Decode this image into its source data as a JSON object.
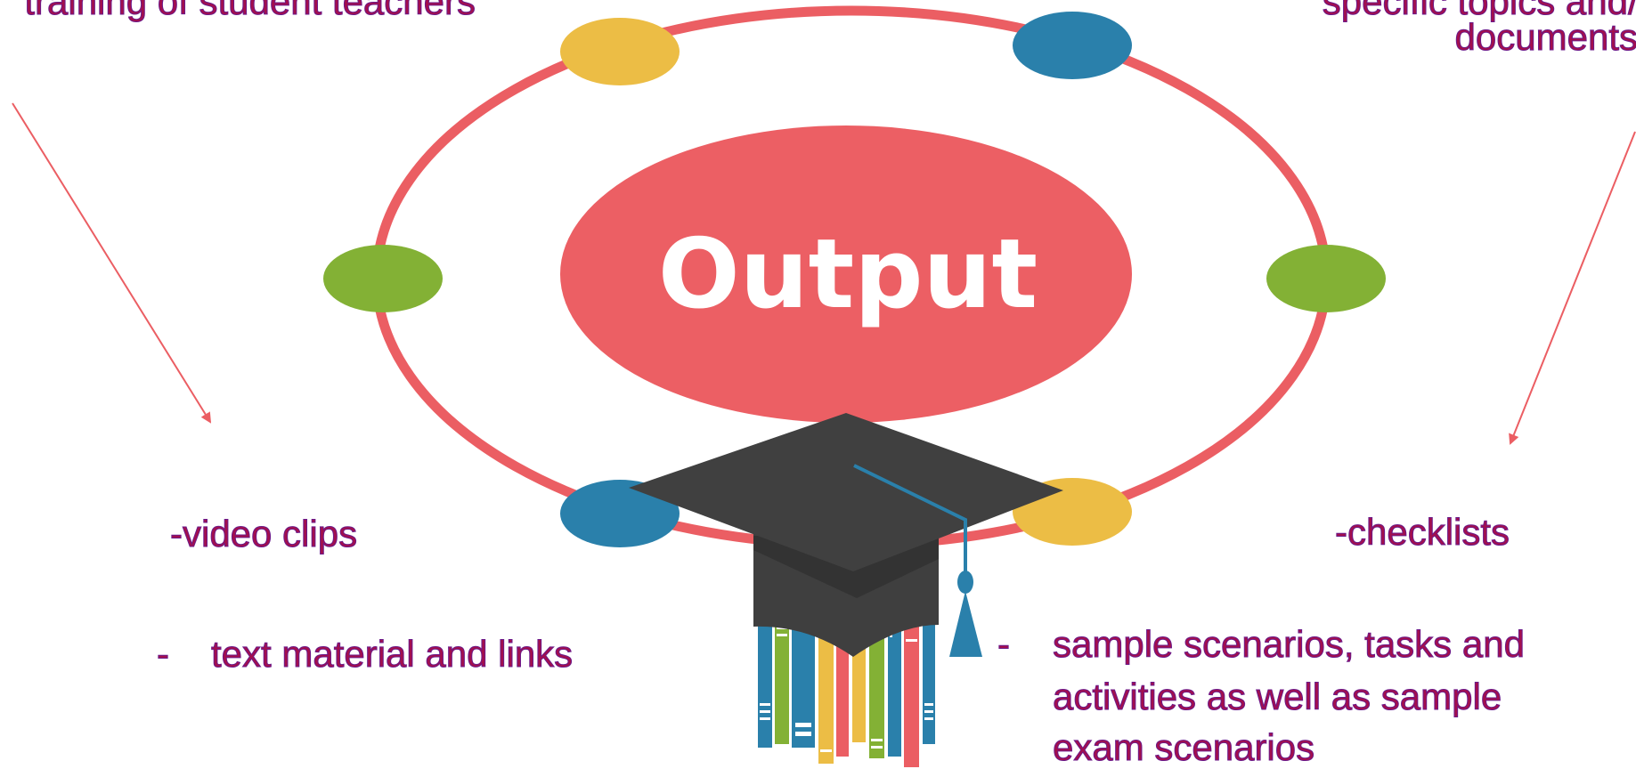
{
  "center": {
    "label": "Output"
  },
  "top_left": {
    "text": "training of student teachers"
  },
  "top_right": {
    "line1": "specific topics and/or",
    "line2": "documents"
  },
  "left_items": {
    "video": "-video clips",
    "text_dash": "-",
    "text": "text material and links"
  },
  "right_items": {
    "checklists": "-checklists",
    "sample_dash": "-",
    "sample_line1": "sample scenarios, tasks and",
    "sample_line2": "activities as well as sample",
    "sample_line3": "exam scenarios"
  },
  "colors": {
    "ring": "#eb5e63",
    "center": "#ec5f64",
    "yellow": "#ecbd45",
    "blue": "#2a80ab",
    "green": "#83b135",
    "cap": "#3f3f3f",
    "text": "#a30f4d"
  },
  "icons": [
    "graduation-cap-icon",
    "books-icon",
    "arrow-left",
    "arrow-right"
  ]
}
